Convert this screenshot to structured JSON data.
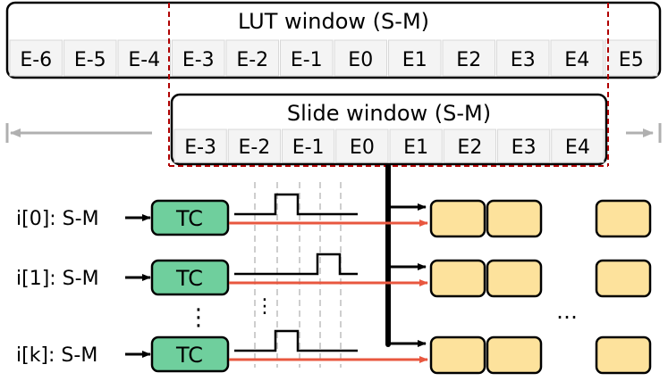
{
  "lut": {
    "title": "LUT window (S-M)",
    "cells": [
      "E-6",
      "E-5",
      "E-4",
      "E-3",
      "E-2",
      "E-1",
      "E0",
      "E1",
      "E2",
      "E3",
      "E4",
      "E5"
    ]
  },
  "slide": {
    "title": "Slide window (S-M)",
    "cells": [
      "E-3",
      "E-2",
      "E-1",
      "E0",
      "E1",
      "E2",
      "E3",
      "E4"
    ]
  },
  "inputs": [
    {
      "label": "i[0]: S-M",
      "block": "TC"
    },
    {
      "label": "i[1]: S-M",
      "block": "TC"
    },
    {
      "label": "i[k]: S-M",
      "block": "TC"
    }
  ],
  "ellipsis": {
    "vertical": "⋮",
    "horizontal": "…"
  },
  "colors": {
    "tc_fill": "#6fcf9d",
    "out_fill": "#fde29c",
    "lut_cell_fill": "#f4f4f4",
    "signal_arrow": "#e8573f",
    "dashed_window": "#b00000",
    "slide_arrow": "#b0b0b0"
  }
}
